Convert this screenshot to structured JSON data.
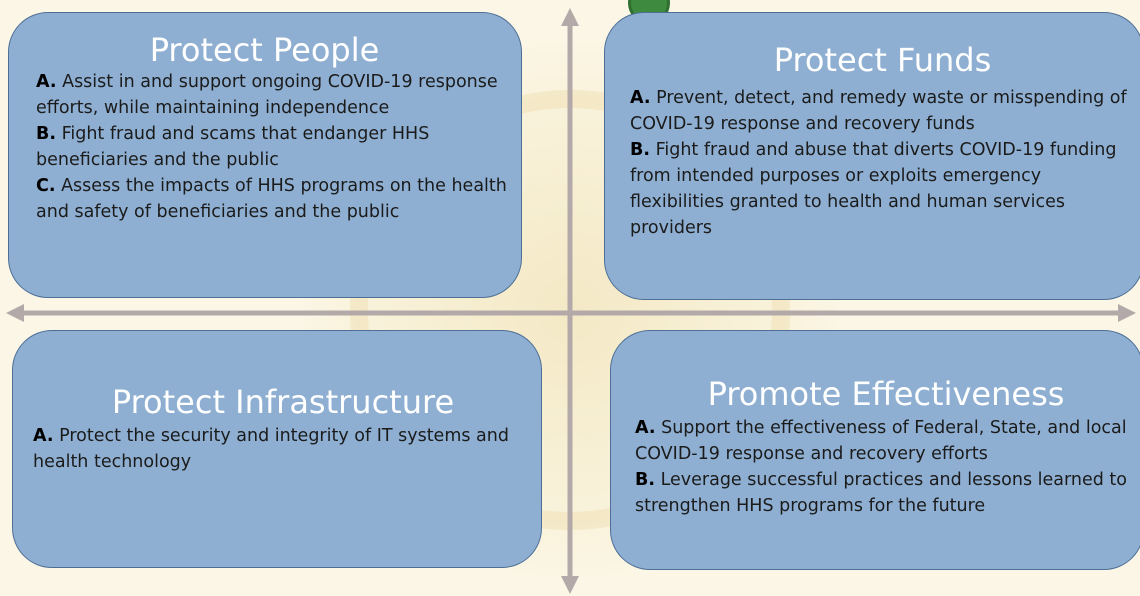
{
  "colors": {
    "box_fill": "#8eafd2",
    "box_border": "#4d6f96",
    "heading_text": "#ffffff",
    "axis": "#b3a9a9",
    "background": "#fbf6e6"
  },
  "quadrants": {
    "protect_people": {
      "title": "Protect People",
      "items": [
        {
          "key": "A.",
          "text": " Assist in and support ongoing COVID-19 response efforts, while maintaining independence"
        },
        {
          "key": "B.",
          "text": " Fight fraud and scams that endanger HHS beneficiaries and the public"
        },
        {
          "key": "C.",
          "text": " Assess the impacts of HHS programs on the health and safety of beneficiaries and the public"
        }
      ]
    },
    "protect_funds": {
      "title": "Protect Funds",
      "items": [
        {
          "key": "A.",
          "text": " Prevent, detect, and remedy waste or misspending of COVID-19 response and recovery funds"
        },
        {
          "key": "B.",
          "text": " Fight fraud and abuse that diverts COVID-19 funding from intended purposes or exploits emergency flexibilities granted to health and human services providers"
        }
      ]
    },
    "protect_infrastructure": {
      "title": "Protect Infrastructure",
      "items": [
        {
          "key": "A.",
          "text": " Protect the security and integrity of IT systems and health technology"
        }
      ]
    },
    "promote_effectiveness": {
      "title": "Promote Effectiveness",
      "items": [
        {
          "key": "A.",
          "text": " Support the effectiveness of Federal, State, and local COVID-19 response and recovery efforts"
        },
        {
          "key": "B.",
          "text": " Leverage successful practices and lessons learned to strengthen HHS programs for the future"
        }
      ]
    }
  }
}
